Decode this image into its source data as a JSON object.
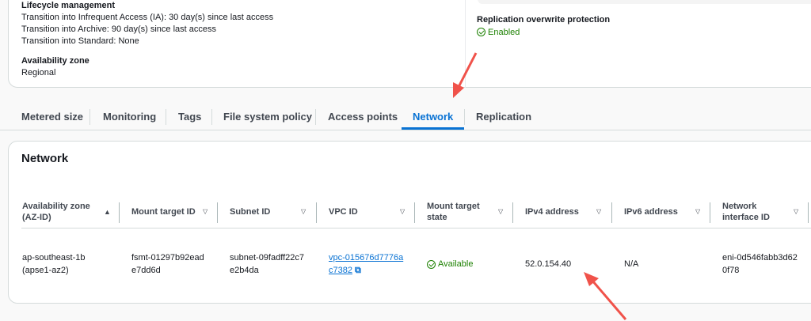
{
  "summary": {
    "lifecycle_label": "Lifecycle management",
    "lifecycle_lines": [
      "Transition into Infrequent Access (IA): 30 day(s) since last access",
      "Transition into Archive: 90 day(s) since last access",
      "Transition into Standard: None"
    ],
    "az_label": "Availability zone",
    "az_value": "Regional",
    "rop_label": "Replication overwrite protection",
    "rop_value": "Enabled"
  },
  "tabs": [
    {
      "label": "Metered size"
    },
    {
      "label": "Monitoring"
    },
    {
      "label": "Tags"
    },
    {
      "label": "File system policy"
    },
    {
      "label": "Access points"
    },
    {
      "label": "Network",
      "active": true
    },
    {
      "label": "Replication"
    }
  ],
  "network": {
    "title": "Network",
    "columns": [
      "Availability zone (AZ-ID)",
      "Mount target ID",
      "Subnet ID",
      "VPC ID",
      "Mount target state",
      "IPv4 address",
      "IPv6 address",
      "Network interface ID"
    ],
    "rows": [
      {
        "az": "ap-southeast-1b (apse1-az2)",
        "mount_target_id": "fsmt-01297b92eade7dd6d",
        "subnet_id": "subnet-09fadff22c7e2b4da",
        "vpc_id": "vpc-015676d7776ac7382",
        "state": "Available",
        "ipv4": "52.0.154.40",
        "ipv6": "N/A",
        "eni": "eni-0d546fabb3d620f78"
      }
    ]
  },
  "colors": {
    "accent": "#0972d3",
    "success": "#1d8102",
    "annotation": "#f0524a"
  }
}
